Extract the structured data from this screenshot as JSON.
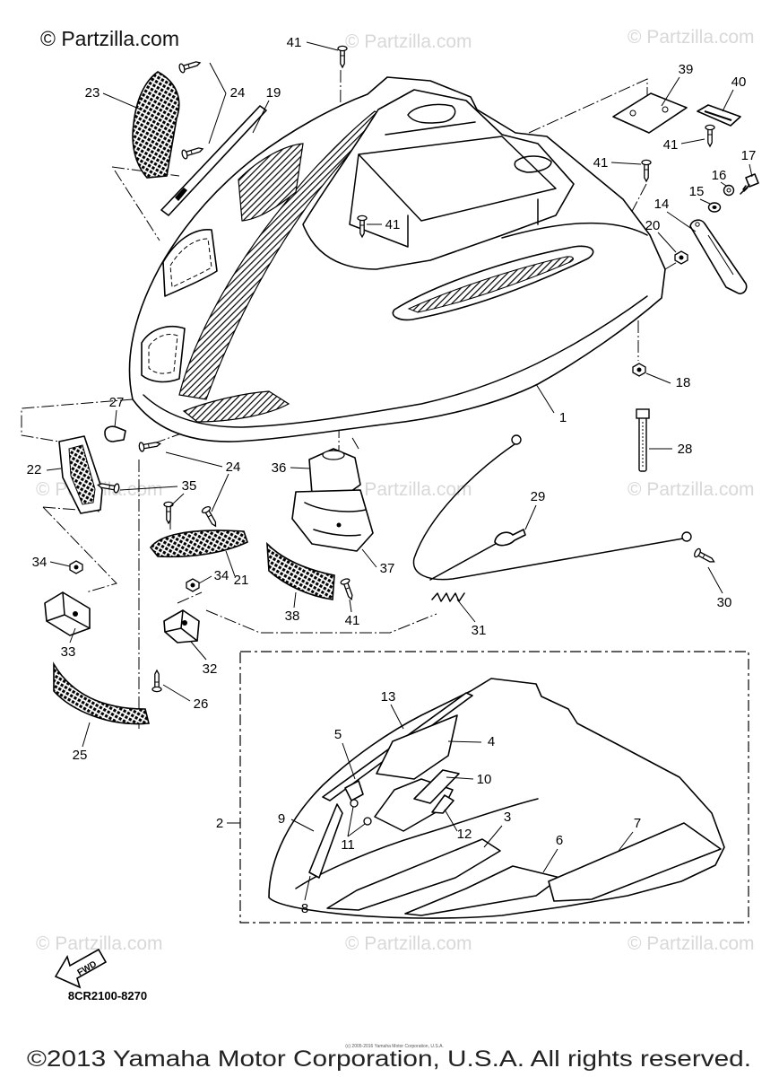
{
  "watermark": {
    "primary": "© Partzilla.com",
    "faded": "© Partzilla.com"
  },
  "callouts": [
    "41",
    "23",
    "24",
    "19",
    "39",
    "40",
    "41",
    "17",
    "41",
    "16",
    "15",
    "14",
    "41",
    "20",
    "18",
    "1",
    "27",
    "28",
    "22",
    "24",
    "36",
    "35",
    "29",
    "34",
    "21",
    "37",
    "34",
    "30",
    "38",
    "41",
    "31",
    "33",
    "32",
    "26",
    "25",
    "13",
    "5",
    "4",
    "10",
    "2",
    "9",
    "3",
    "12",
    "11",
    "6",
    "7",
    "8"
  ],
  "fwd_label": "FWD",
  "diagram_code": "8CR2100-8270",
  "image_credit": "(c) 2005-2016 Yamaha Motor Corporation, U.S.A.",
  "footer_copyright": "©2013 Yamaha Motor Corporation, U.S.A. All rights reserved."
}
